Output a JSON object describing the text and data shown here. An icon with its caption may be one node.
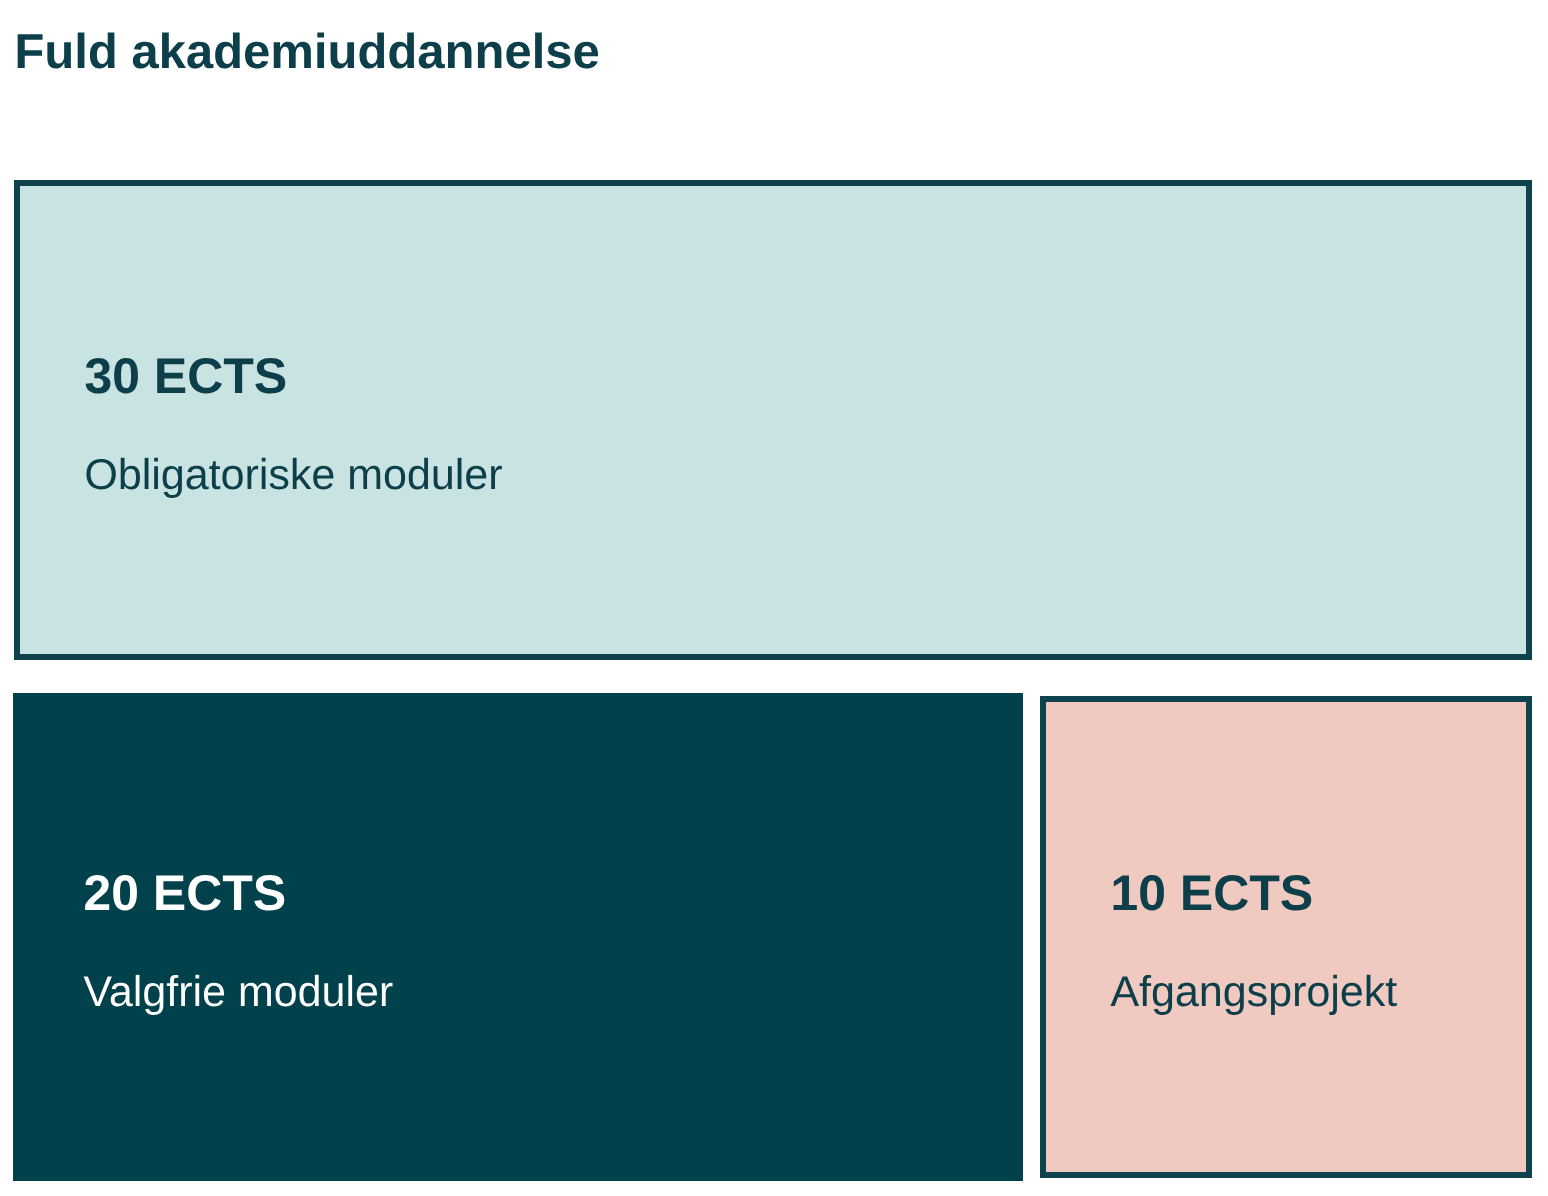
{
  "diagram": {
    "title": "Fuld akademiuddannelse",
    "nodes": [
      {
        "text": [
          "30 ECTS",
          "Obligatoriske moduler"
        ]
      },
      {
        "text": [
          "20 ECTS",
          "Valgfrie moduler"
        ]
      },
      {
        "text": [
          "10 ECTS",
          "Afgangsprojekt"
        ]
      }
    ]
  }
}
